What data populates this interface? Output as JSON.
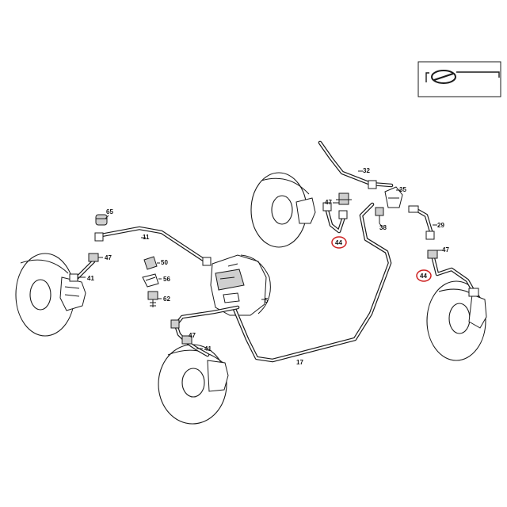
{
  "callouts": [
    {
      "id": "c65",
      "text": "65"
    },
    {
      "id": "c11",
      "text": "11"
    },
    {
      "id": "c47a",
      "text": "47"
    },
    {
      "id": "c41a",
      "text": "41"
    },
    {
      "id": "c50",
      "text": "50"
    },
    {
      "id": "c56",
      "text": "56"
    },
    {
      "id": "c62",
      "text": "62"
    },
    {
      "id": "c5",
      "text": "5"
    },
    {
      "id": "c47b",
      "text": "47"
    },
    {
      "id": "c41b",
      "text": "41"
    },
    {
      "id": "c17",
      "text": "17"
    },
    {
      "id": "c32",
      "text": "32"
    },
    {
      "id": "c47c",
      "text": "47"
    },
    {
      "id": "c44a",
      "text": "44"
    },
    {
      "id": "c35",
      "text": "35"
    },
    {
      "id": "c38",
      "text": "38"
    },
    {
      "id": "c29",
      "text": "29"
    },
    {
      "id": "c47d",
      "text": "47"
    },
    {
      "id": "c44b",
      "text": "44"
    }
  ],
  "highlight_color": "#cc1f1f",
  "icons": {
    "vehicle_orientation": "steering-wheel-icon"
  }
}
